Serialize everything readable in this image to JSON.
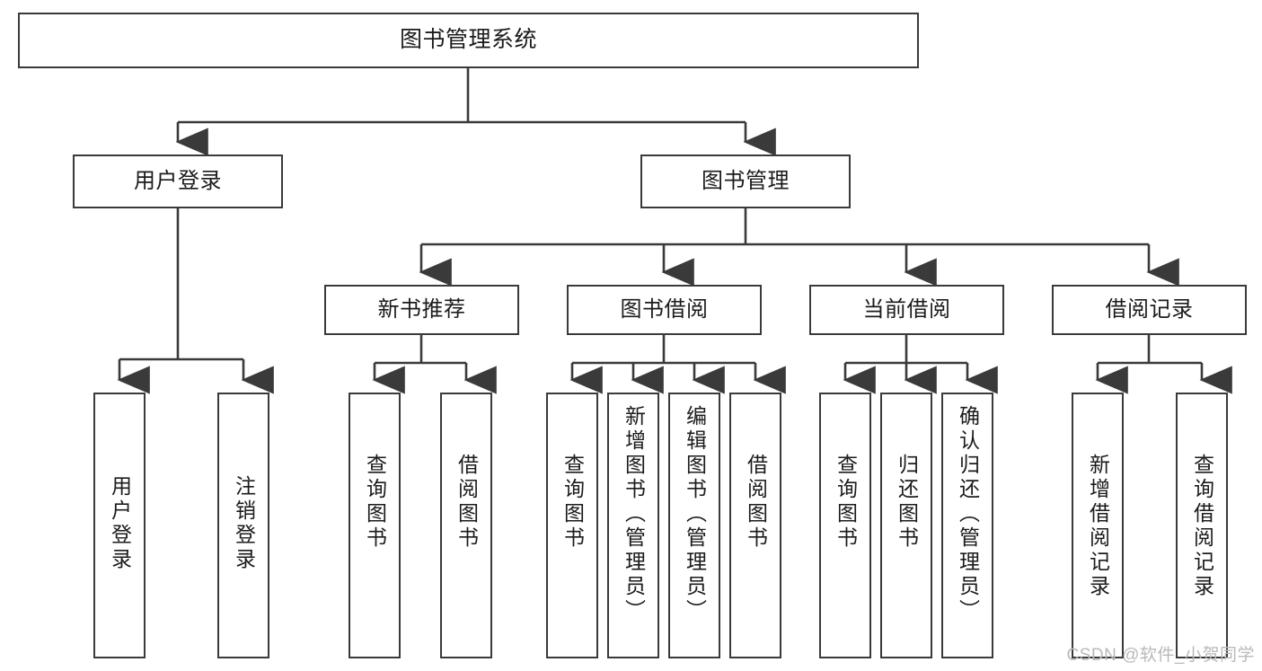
{
  "diagram": {
    "title": "图书管理系统",
    "type": "tree",
    "stroke_color": "#3a3a3a",
    "background_color": "#ffffff",
    "text_color": "#1b1b1b",
    "watermark": "CSDN @软件_小贺同学",
    "levels": {
      "root": {
        "label": "图书管理系统"
      },
      "level2": [
        {
          "label": "用户登录"
        },
        {
          "label": "图书管理"
        }
      ],
      "level3": [
        {
          "label": "新书推荐"
        },
        {
          "label": "图书借阅"
        },
        {
          "label": "当前借阅"
        },
        {
          "label": "借阅记录"
        }
      ],
      "leaves": {
        "user_login": [
          {
            "label": "用户登录"
          },
          {
            "label": "注销登录"
          }
        ],
        "new_book_recommend": [
          {
            "label": "查询图书"
          },
          {
            "label": "借阅图书"
          }
        ],
        "book_borrow": [
          {
            "label": "查询图书"
          },
          {
            "label": "新增图书（管理员）"
          },
          {
            "label": "编辑图书（管理员）"
          },
          {
            "label": "借阅图书"
          }
        ],
        "current_borrow": [
          {
            "label": "查询图书"
          },
          {
            "label": "归还图书"
          },
          {
            "label": "确认归还（管理员）"
          }
        ],
        "borrow_record": [
          {
            "label": "新增借阅记录"
          },
          {
            "label": "查询借阅记录"
          }
        ]
      }
    }
  }
}
